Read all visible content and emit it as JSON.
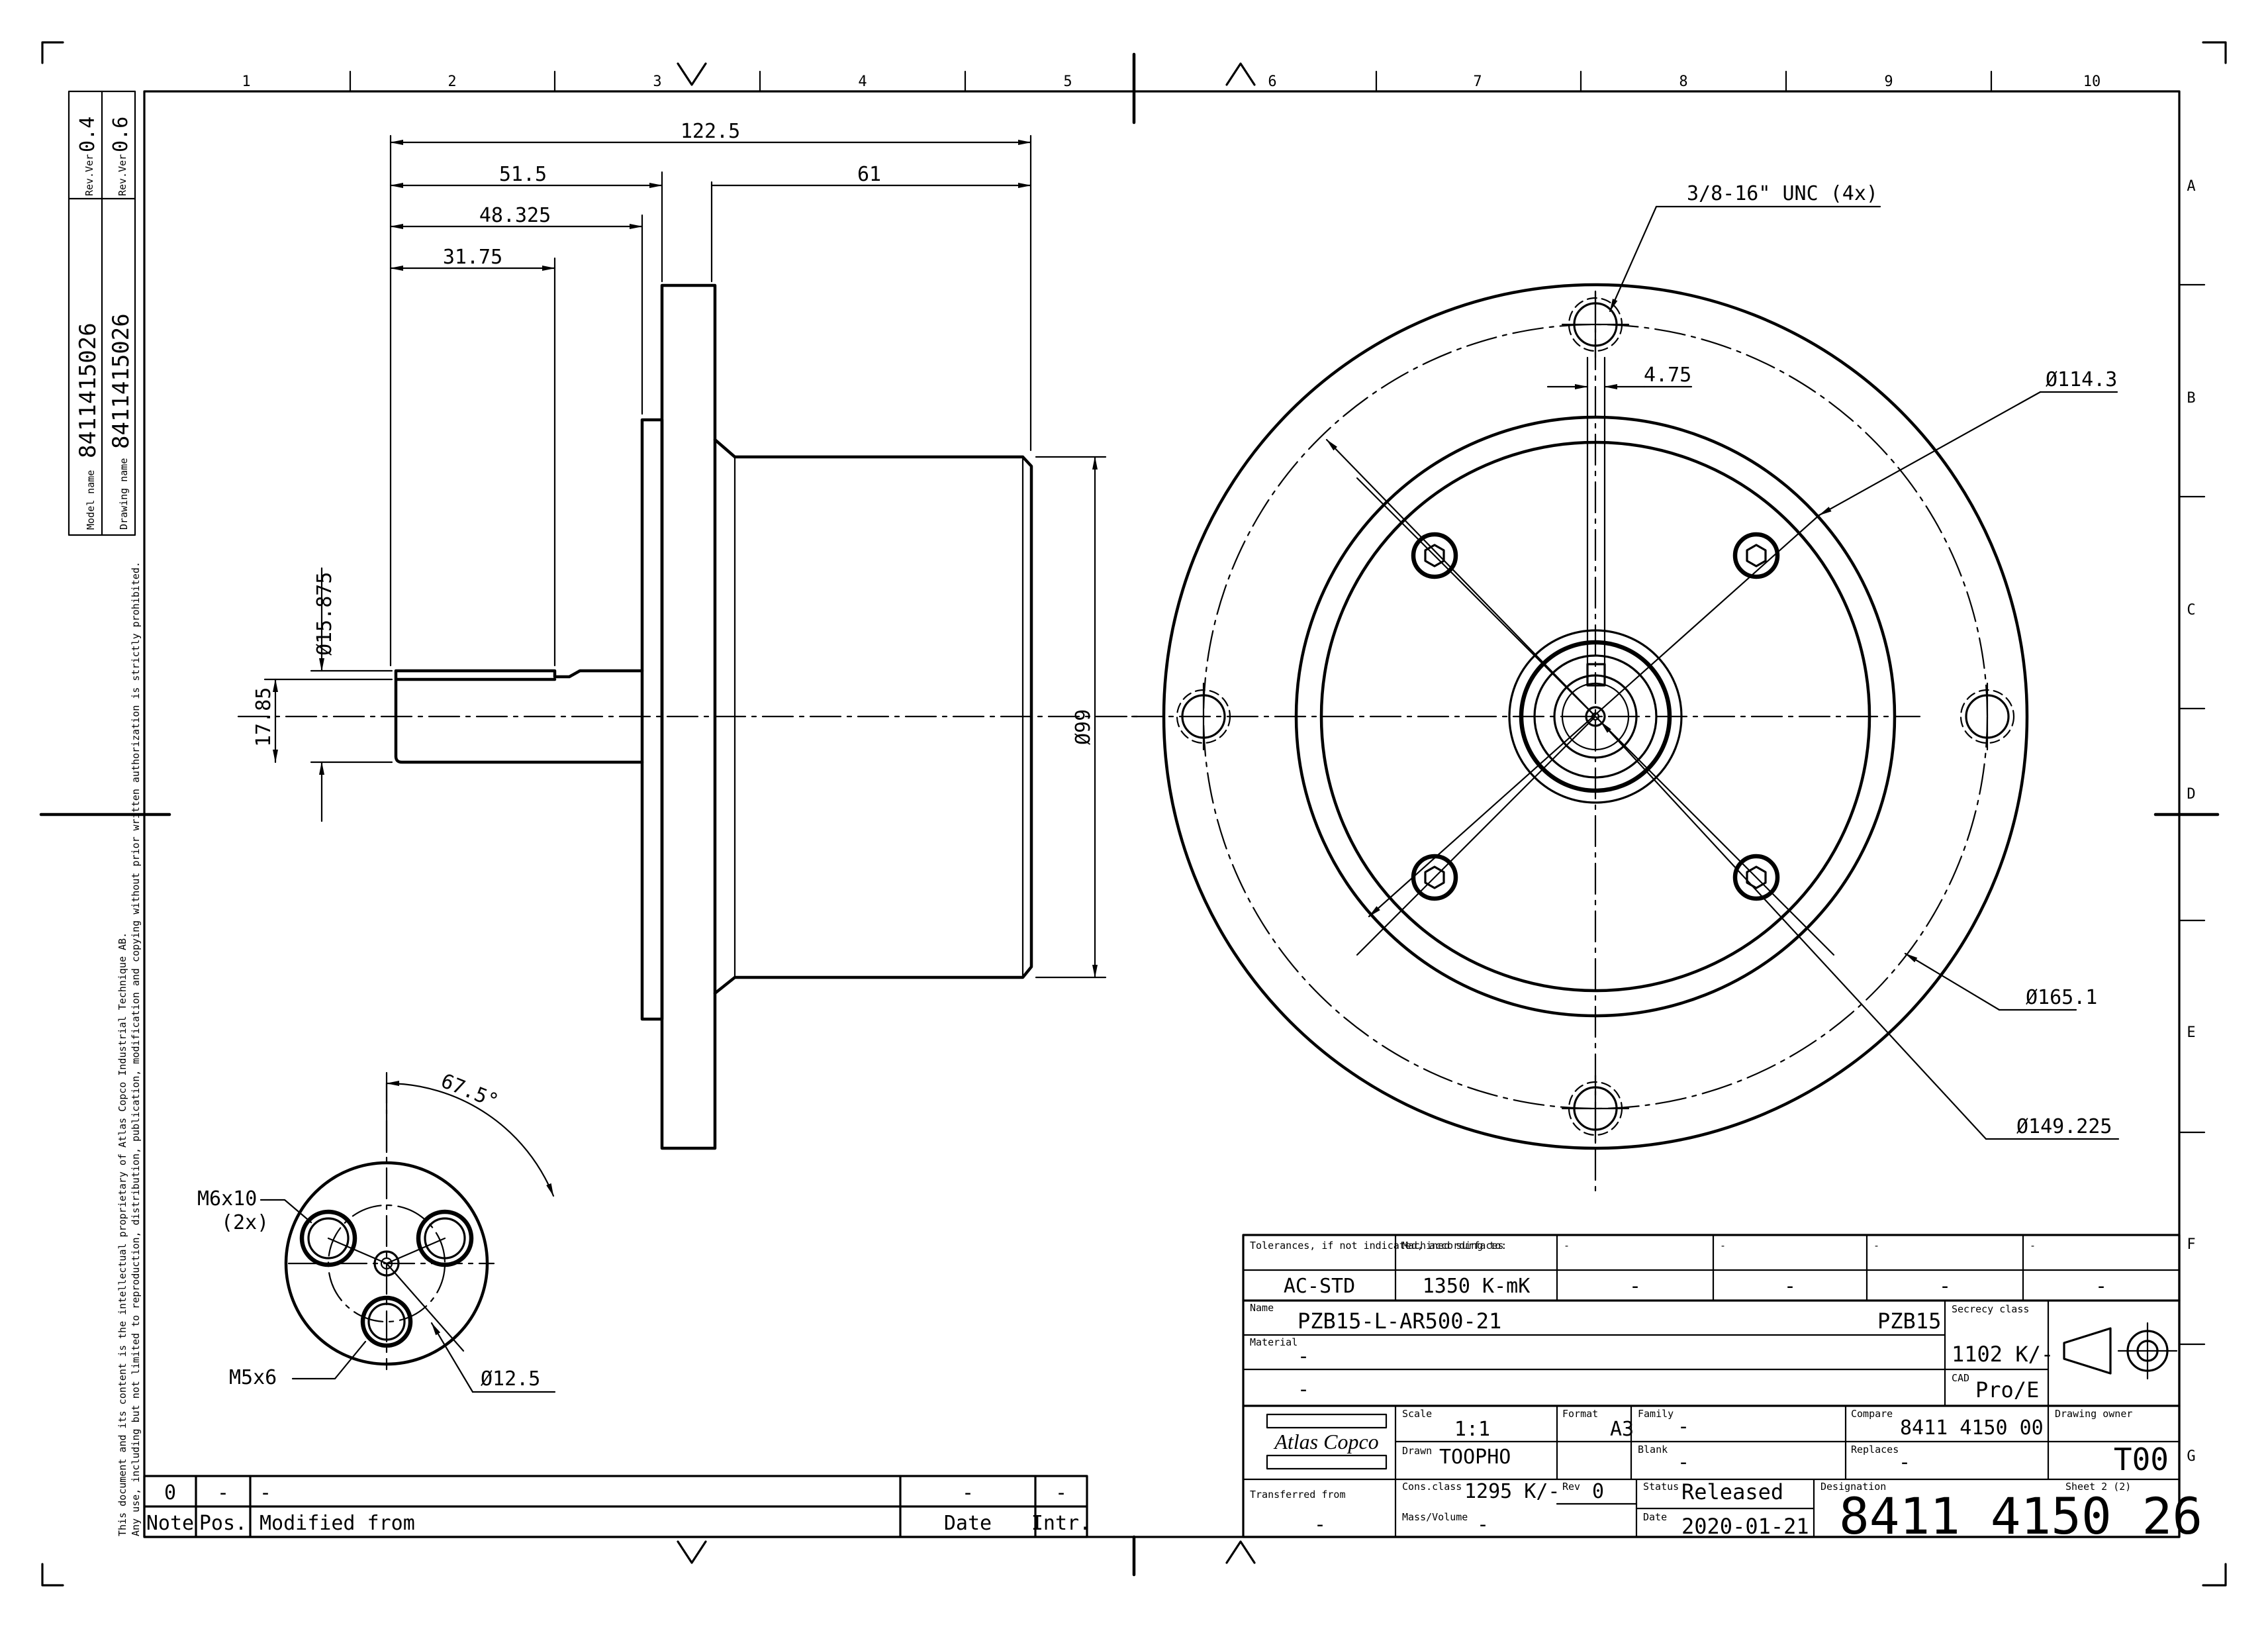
{
  "frame": {
    "columns": [
      "1",
      "2",
      "3",
      "4",
      "5",
      "6",
      "7",
      "8",
      "9",
      "10"
    ],
    "rows": [
      "A",
      "B",
      "C",
      "D",
      "E",
      "F",
      "G"
    ]
  },
  "side_note": {
    "model_name_label": "Model name",
    "model_name_value": "8411415026",
    "drawing_name_label": "Drawing name",
    "drawing_name_value": "8411415026",
    "rev_ver_label_1": "Rev.Ver",
    "rev_ver_value_1": "0.4",
    "rev_ver_label_2": "Rev.Ver",
    "rev_ver_value_2": "0.6",
    "copyright_line_1": "This document and its content is the intellectual proprietary of Atlas Copco Industrial Technique AB.",
    "copyright_line_2": "Any use, including but not limited to reproduction, distribution, publication, modification and copying without prior written authorization is strictly prohibited."
  },
  "side_view": {
    "dim_overall": "122.5",
    "dim_flange_front": "51.5",
    "dim_step": "48.325",
    "dim_shaft_flat": "31.75",
    "dim_body": "61",
    "dim_shaft_dia": "Ø15.875",
    "dim_flat": "17.85",
    "dim_body_dia": "Ø99"
  },
  "front_view": {
    "thread_note": "3/8-16\" UNC (4x)",
    "dim_key": "4.75",
    "dim_pilot": "Ø114.3",
    "dim_flange": "Ø165.1",
    "dim_bolt_circle": "Ø149.225"
  },
  "detail_view": {
    "angle": "67.5°",
    "thread_m6": "M6x10",
    "thread_m6_qty": "(2x)",
    "thread_m5": "M5x6",
    "pcd": "Ø12.5"
  },
  "revision_table": {
    "row": {
      "note": "0",
      "pos": "-",
      "modified": "-",
      "date": "-",
      "intr": "-"
    },
    "headers": {
      "note": "Note",
      "pos": "Pos.",
      "modified": "Modified from",
      "date": "Date",
      "intr": "Intr."
    }
  },
  "title_block": {
    "tolerances_label": "Tolerances, if not indicated, according to:",
    "tolerances_value": "AC-STD",
    "machined_label": "Machined surfaces",
    "machined_value": "1350 K-mK",
    "blank_label": "-",
    "blank_value": "-",
    "name_label": "Name",
    "name_value": "PZB15-L-AR500-21",
    "name_short": "PZB15",
    "secrecy_label": "Secrecy class",
    "secrecy_value": "1102 K/-",
    "material_label": "Material",
    "material_value_1": "-",
    "material_value_2": "-",
    "cad_label": "CAD",
    "cad_value": "Pro/E",
    "logo": "Atlas Copco",
    "scale_label": "Scale",
    "scale_value": "1:1",
    "format_label": "Format",
    "format_value": "A3",
    "family_label": "Family",
    "family_value": "-",
    "compare_label": "Compare",
    "compare_value": "8411 4150 00",
    "drawing_owner_label": "Drawing owner",
    "drawing_owner_value": "T00",
    "drawn_label": "Drawn",
    "drawn_value": "TOOPHO",
    "blank2_label": "Blank",
    "blank2_value": "-",
    "replaces_label": "Replaces",
    "replaces_value": "-",
    "transferred_label": "Transferred from",
    "transferred_value": "-",
    "cons_label": "Cons.class",
    "cons_value": "1295 K/-",
    "rev_label": "Rev",
    "rev_value": "0",
    "status_label": "Status",
    "status_value": "Released",
    "designation_label": "Designation",
    "designation_value": "8411 4150 26",
    "sheet_label": "Sheet 2 (2)",
    "mass_label": "Mass/Volume",
    "mass_value": "-",
    "date_label": "Date",
    "date_value": "2020-01-21"
  }
}
